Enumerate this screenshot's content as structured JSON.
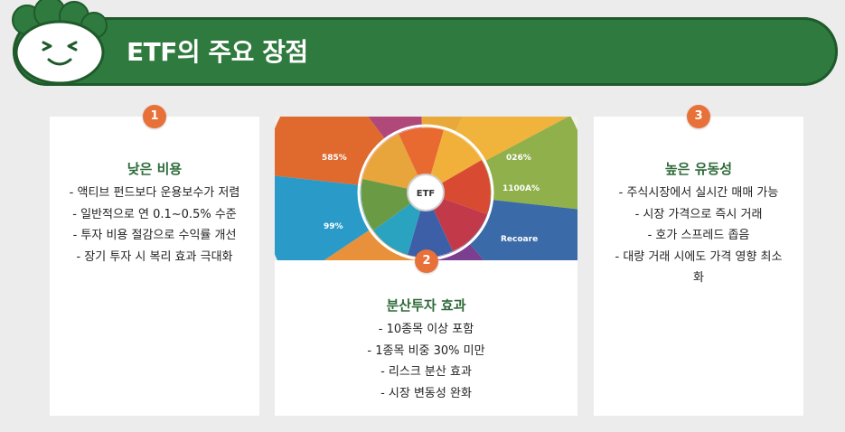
{
  "header": {
    "title": "ETF의 주요 장점"
  },
  "colors": {
    "banner": "#2f7a3e",
    "badge": "#e8713a",
    "title_green": "#2f6b3a",
    "background": "#ececec"
  },
  "cards": [
    {
      "number": "1",
      "title": "낮은 비용",
      "items": [
        "- 액티브 펀드보다 운용보수가 저렴",
        "- 일반적으로 연 0.1~0.5% 수준",
        "- 투자 비용 절감으로 수익률 개선",
        "- 장기 투자 시 복리 효과 극대화"
      ]
    },
    {
      "number": "2",
      "title": "분산투자 효과",
      "items": [
        "- 10종목 이상 포함",
        "- 1종목 비중 30% 미만",
        "- 리스크 분산 효과",
        "- 시장 변동성 완화"
      ],
      "image": {
        "center_label": "ETF",
        "labels": [
          "585%",
          "99%",
          "026%",
          "1100A%",
          "Recoare"
        ]
      }
    },
    {
      "number": "3",
      "title": "높은 유동성",
      "items": [
        "- 주식시장에서 실시간 매매 가능",
        "- 시장 가격으로 즉시 거래",
        "- 호가 스프레드 좁음",
        "- 대량 거래 시에도 가격 영향 최소",
        "화"
      ]
    }
  ]
}
